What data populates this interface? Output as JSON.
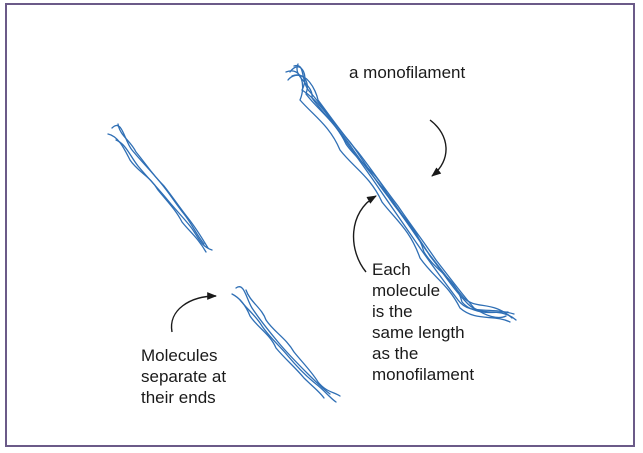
{
  "colors": {
    "border": "#6b5a88",
    "fiber": "#2f6fb5",
    "arrow": "#1a1a1a"
  },
  "labels": {
    "monofilament": "a monofilament",
    "each_molecule": "Each\nmolecule\nis the\nsame length\nas the\nmonofilament",
    "molecules_separate": "Molecules\nseparate at\ntheir ends"
  }
}
